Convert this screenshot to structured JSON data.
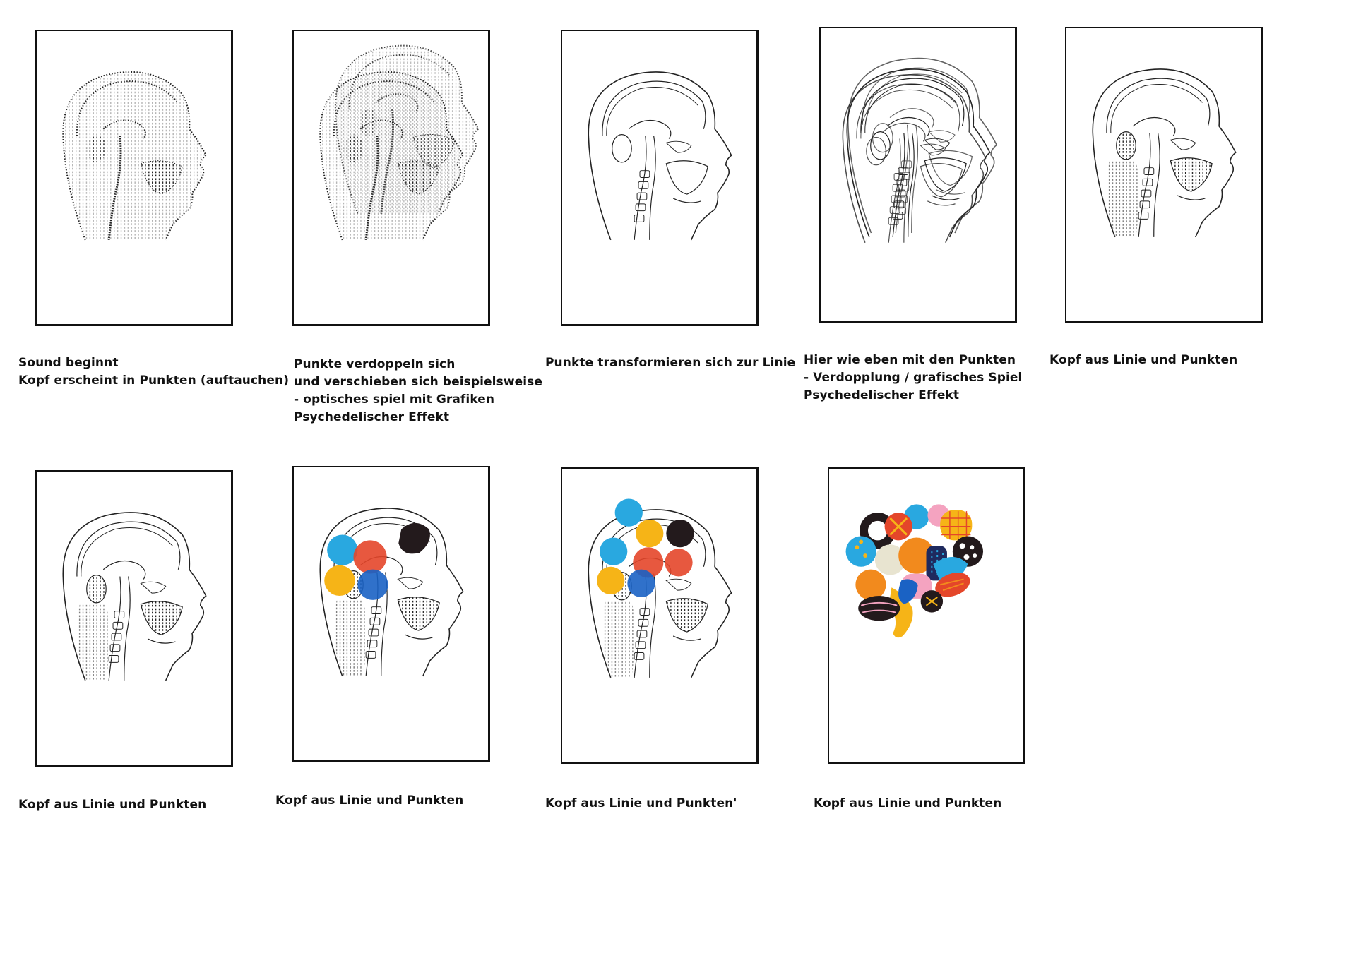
{
  "panels": [
    {
      "lines": [
        "Sound beginnt",
        "Kopf erscheint in Punkten (auftauchen)"
      ],
      "style": "dots"
    },
    {
      "lines": [
        "Punkte verdoppeln sich",
        "und verschieben sich beispielsweise",
        "- optisches spiel mit Grafiken",
        "Psychedelischer Effekt"
      ],
      "style": "dots-double"
    },
    {
      "lines": [
        "Punkte transformieren sich zur Linie"
      ],
      "style": "lines"
    },
    {
      "lines": [
        "Hier wie eben mit den Punkten",
        "- Verdopplung / grafisches Spiel",
        "Psychedelischer Effekt"
      ],
      "style": "lines-multi"
    },
    {
      "lines": [
        "Kopf aus Linie und Punkten"
      ],
      "style": "mixed"
    },
    {
      "lines": [
        "Kopf aus Linie und Punkten"
      ],
      "style": "mixed"
    },
    {
      "lines": [
        "Kopf aus Linie und Punkten"
      ],
      "style": "mixed-circles"
    },
    {
      "lines": [
        "Kopf aus Linie und Punkten'"
      ],
      "style": "mixed-circles-2"
    },
    {
      "lines": [
        "Kopf aus Linie und Punkten"
      ],
      "style": "brain"
    }
  ],
  "colors": {
    "blue": "#29a8e0",
    "yellow": "#f6b417",
    "red": "#e4462a",
    "darkblue": "#1a62c4",
    "black": "#231a1c",
    "orange": "#f28a1d",
    "pink": "#f4a3c0",
    "navy": "#1f2a5e"
  }
}
